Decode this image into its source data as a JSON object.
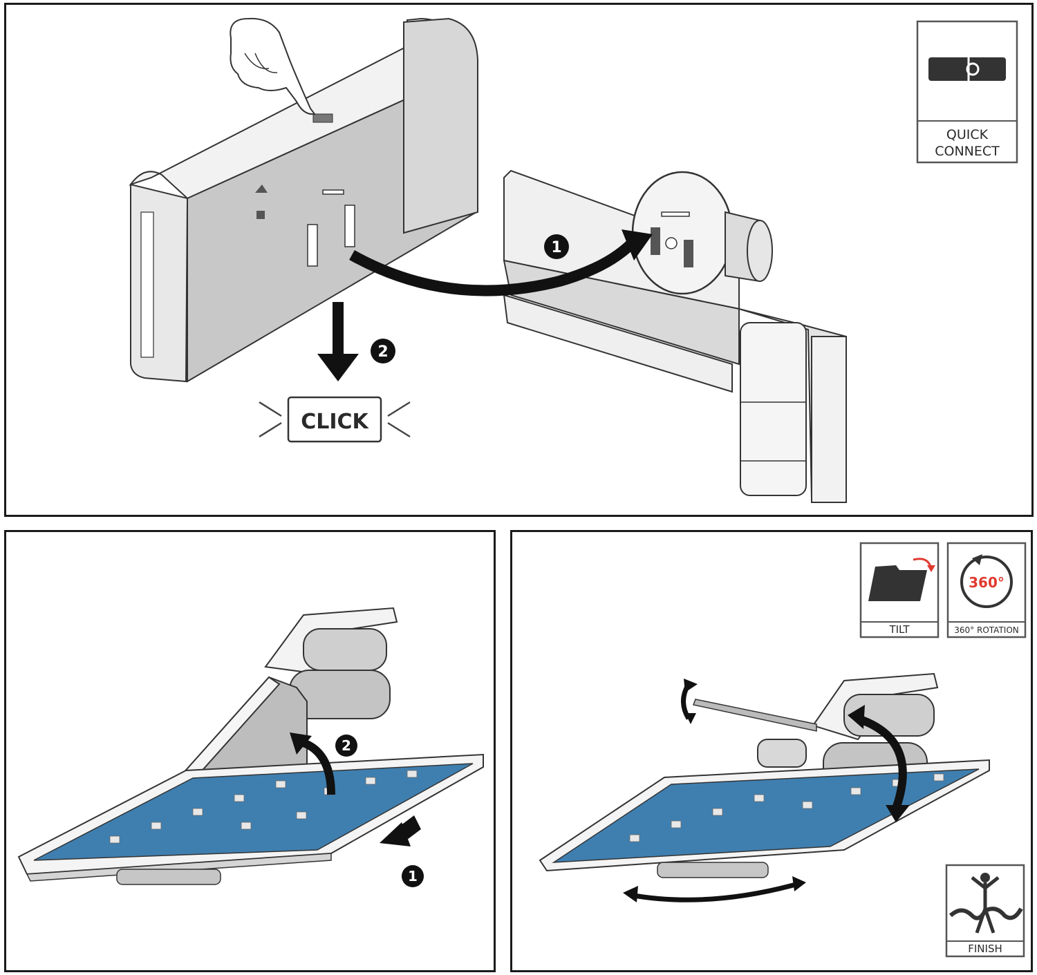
{
  "top_panel": {
    "click_label": "CLICK",
    "step1": "1",
    "step2": "2",
    "badge_quick_connect": {
      "line1": "QUICK",
      "line2": "CONNECT",
      "icon": "puzzle-connector-icon"
    }
  },
  "bottom_left_panel": {
    "step1": "1",
    "step2": "2"
  },
  "bottom_right_panel": {
    "badge_tilt": {
      "label": "TILT",
      "icon": "tilt-folder-icon",
      "accent": "#e03a2f"
    },
    "badge_rotation": {
      "label": "360° ROTATION",
      "value": "360°",
      "icon": "rotation-circle-icon",
      "accent": "#e03a2f"
    },
    "badge_finish": {
      "label": "FINISH",
      "icon": "finish-runner-icon"
    }
  },
  "colors": {
    "outline": "#1a1a1a",
    "device_gray": "#c9c9c9",
    "device_light": "#ececec",
    "screen_blue": "#3f7fb0",
    "accent_red": "#e03a2f"
  }
}
